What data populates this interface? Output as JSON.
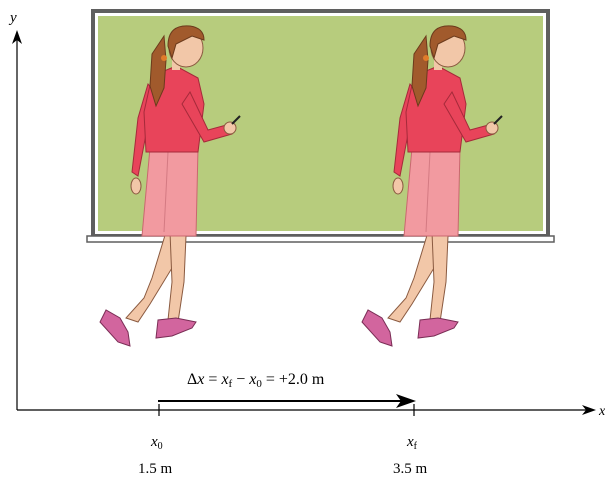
{
  "axes": {
    "y_label": "y",
    "x_label": "x"
  },
  "equation": {
    "delta": "Δ",
    "x1": "x",
    "eq1": " = ",
    "xf": "x",
    "f_sub": "f",
    "minus": " − ",
    "x0": "x",
    "zero_sub": "0",
    "eq2": " = ",
    "value": "+2.0 m"
  },
  "markers": {
    "initial": {
      "symbol": "x",
      "sub": "0",
      "value": "1.5 m"
    },
    "final": {
      "symbol": "x",
      "sub": "f",
      "value": "3.5 m"
    }
  },
  "colors": {
    "board": "#b7cc7d",
    "board_frame": "#5f5f5f",
    "blouse": "#e8445a",
    "skirt": "#f29aa0",
    "skin": "#f2c7a8",
    "hair": "#a15a2c",
    "shoe": "#d2659e"
  }
}
